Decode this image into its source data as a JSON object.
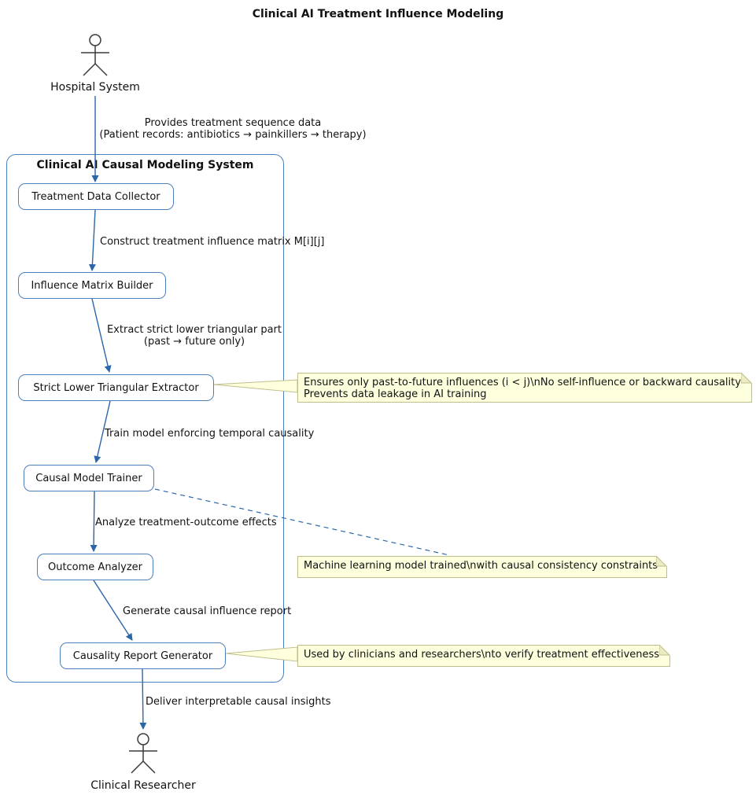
{
  "title": "Clinical AI Treatment Influence Modeling",
  "frame": {
    "title": "Clinical AI Causal Modeling System"
  },
  "actors": [
    {
      "label": "Hospital System"
    },
    {
      "label": "Clinical Researcher"
    }
  ],
  "nodes": [
    {
      "label": "Treatment Data Collector"
    },
    {
      "label": "Influence Matrix Builder"
    },
    {
      "label": "Strict Lower Triangular Extractor"
    },
    {
      "label": "Causal Model Trainer"
    },
    {
      "label": "Outcome Analyzer"
    },
    {
      "label": "Causality Report Generator"
    }
  ],
  "edges": [
    {
      "lines": [
        "Provides treatment sequence data",
        "(Patient records: antibiotics → painkillers → therapy)"
      ]
    },
    {
      "lines": [
        "Construct treatment influence matrix M[i][j]"
      ]
    },
    {
      "lines": [
        "Extract strict lower triangular part",
        "(past → future only)"
      ]
    },
    {
      "lines": [
        "Train model enforcing temporal causality"
      ]
    },
    {
      "lines": [
        "Analyze treatment-outcome effects"
      ]
    },
    {
      "lines": [
        "Generate causal influence report"
      ]
    },
    {
      "lines": [
        "Deliver interpretable causal insights"
      ]
    }
  ],
  "notes": [
    {
      "lines": [
        "Ensures only past-to-future influences (i < j)\\nNo self-influence or backward causality",
        "Prevents data leakage in AI training"
      ]
    },
    {
      "lines": [
        "Machine learning model trained\\nwith causal consistency constraints"
      ]
    },
    {
      "lines": [
        "Used by clinicians and researchers\\nto verify treatment effectiveness"
      ]
    }
  ],
  "colors": {
    "arrow": "#2B66A8",
    "node_border": "#4E81BC",
    "note_bg": "#FEFFDD",
    "note_border": "#BEBE8C"
  }
}
